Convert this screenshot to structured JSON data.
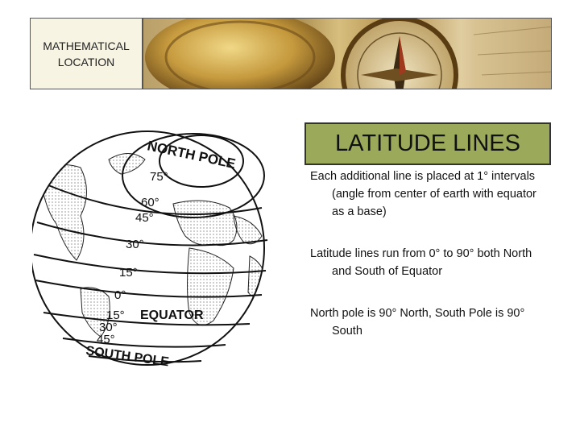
{
  "header": {
    "title": "MATHEMATICAL LOCATION"
  },
  "globe": {
    "labels": {
      "north_pole": "NORTH POLE",
      "lat75": "75°",
      "lat60": "60°",
      "lat45n": "45°",
      "lat30n": "30°",
      "lat15n": "15°",
      "lat0": "0°",
      "lat15s": "15°",
      "equator": "EQUATOR",
      "lat30s": "30°",
      "lat45s": "45°",
      "south_pole": "SOUTH POLE"
    }
  },
  "content": {
    "heading": "LATITUDE LINES",
    "bullets": [
      "Each additional line is placed at 1° intervals (angle from center of earth with equator as a base)",
      "Latitude lines run from 0° to 90° both North and South of Equator",
      "North pole is 90° North, South Pole is 90° South"
    ]
  }
}
